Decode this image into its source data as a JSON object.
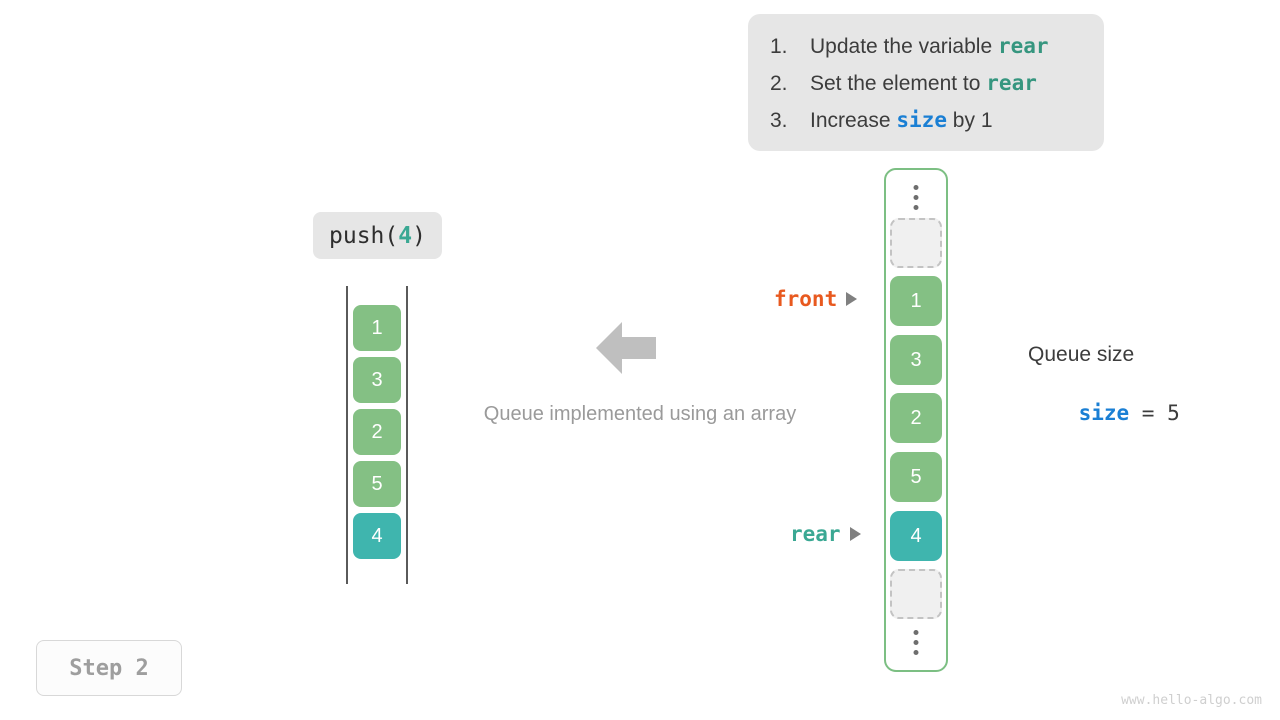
{
  "instructions": {
    "items": [
      {
        "num": "1.",
        "pre": "Update the variable ",
        "code": "rear",
        "code_color": "teal",
        "post": ""
      },
      {
        "num": "2.",
        "pre": "Set the element to ",
        "code": "rear",
        "code_color": "teal",
        "post": ""
      },
      {
        "num": "3.",
        "pre": "Increase ",
        "code": "size",
        "code_color": "blue",
        "post": " by 1"
      }
    ]
  },
  "operation": {
    "prefix": "push(",
    "argument": "4",
    "suffix": ")"
  },
  "left_array": {
    "cells": [
      {
        "value": "1",
        "state": "filled"
      },
      {
        "value": "3",
        "state": "filled"
      },
      {
        "value": "2",
        "state": "filled"
      },
      {
        "value": "5",
        "state": "filled"
      },
      {
        "value": "4",
        "state": "highlight"
      }
    ]
  },
  "center": {
    "caption": "Queue implemented using an array",
    "arrow_icon": "arrow-left-icon"
  },
  "circular_array": {
    "ellipsis_icon": "vertical-ellipsis-icon",
    "slots": [
      {
        "value": "",
        "state": "empty"
      },
      {
        "value": "1",
        "state": "filled"
      },
      {
        "value": "3",
        "state": "filled"
      },
      {
        "value": "2",
        "state": "filled"
      },
      {
        "value": "5",
        "state": "filled"
      },
      {
        "value": "4",
        "state": "highlight"
      },
      {
        "value": "",
        "state": "empty"
      }
    ]
  },
  "pointers": {
    "front": "front",
    "rear": "rear"
  },
  "size_readout": {
    "title": "Queue size",
    "var_name": "size",
    "equals": " = ",
    "value": "5"
  },
  "step_badge": {
    "label": "Step 2"
  },
  "watermark": {
    "text": "www.hello-algo.com"
  },
  "colors": {
    "green_cell": "#84c084",
    "teal_cell": "#3fb5ae",
    "teal_text": "#36967f",
    "blue_text": "#1a7fd4",
    "orange_text": "#e8591f",
    "container_border": "#7cbf83",
    "card_bg": "#e6e6e6",
    "muted_text": "#9a9a9a"
  }
}
